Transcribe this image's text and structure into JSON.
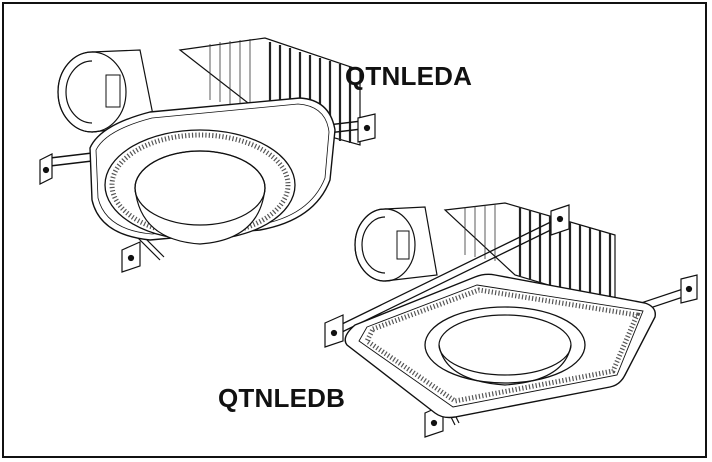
{
  "models": [
    {
      "name": "QTNLEDA",
      "grille_shape": "round",
      "accent": "#111111"
    },
    {
      "name": "QTNLEDB",
      "grille_shape": "square",
      "accent": "#111111"
    }
  ],
  "icons": [
    "fan-housing-icon",
    "duct-connector-icon",
    "mounting-bracket-icon",
    "led-lens-icon"
  ]
}
